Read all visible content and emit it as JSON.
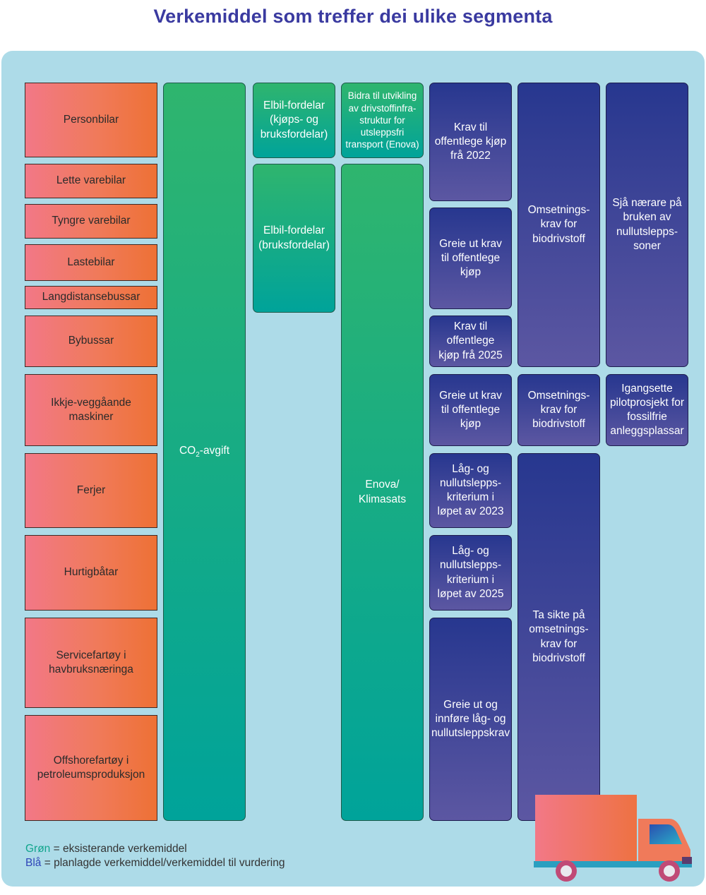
{
  "title": "Verkemiddel som treffer dei ulike segmenta",
  "segments": [
    "Personbilar",
    "Lette varebilar",
    "Tyngre varebilar",
    "Lastebilar",
    "Langdistansebussar",
    "Bybussar",
    "Ikkje-veggåande maskiner",
    "Ferjer",
    "Hurtigbåtar",
    "Servicefartøy i havbruksnæringa",
    "Offshorefartøy i petroleumsproduksjon"
  ],
  "existing_measures": {
    "co2_main": "CO",
    "co2_sub": "2",
    "co2_rest": "-avgift",
    "elbil_kjops": "Elbil-fordelar (kjøps- og bruksfordelar)",
    "elbil_bruks": "Elbil-fordelar (bruksfordelar)",
    "enova_bidra": "Bidra til utvikling av drivstoffinfra-struktur for utsleppsfri transport (Enova)",
    "enova_klimasats": "Enova/ Klimasats"
  },
  "planned_measures": {
    "krav_2022": "Krav til offentlege kjøp frå 2022",
    "greie_ut_krav_1": "Greie ut krav til offentlege kjøp",
    "krav_2025": "Krav til offentlege kjøp frå 2025",
    "greie_ut_krav_2": "Greie ut krav til offentlege kjøp",
    "kriterium_2023": "Låg- og nullutslepps-kriterium i løpet av 2023",
    "kriterium_2025": "Låg- og nullutslepps-kriterium i løpet av 2025",
    "greie_ut_innfore": "Greie ut og innføre låg- og nullutsleppskrav",
    "omsetningskrav_1": "Omsetnings-krav for biodrivstoff",
    "omsetningskrav_2": "Omsetnings-krav for biodrivstoff",
    "ta_sikte": "Ta sikte på omsetnings-krav for biodrivstoff",
    "nullutsleppssoner": "Sjå nærare på bruken av nullutslepps-soner",
    "pilotprosjekt": "Igangsette pilotprosjekt for fossilfrie anleggsplassar"
  },
  "legend": {
    "green_word": "Grøn",
    "green_text": " = eksisterande verkemiddel",
    "blue_word": "Blå",
    "blue_text": " = planlagde verkemiddel/verkemiddel til vurdering"
  },
  "colors": {
    "panel": "#addbe8",
    "segment": "#f07a5a",
    "existing": "#00a39a",
    "planned": "#3a3f96",
    "title": "#3a3aa0"
  }
}
